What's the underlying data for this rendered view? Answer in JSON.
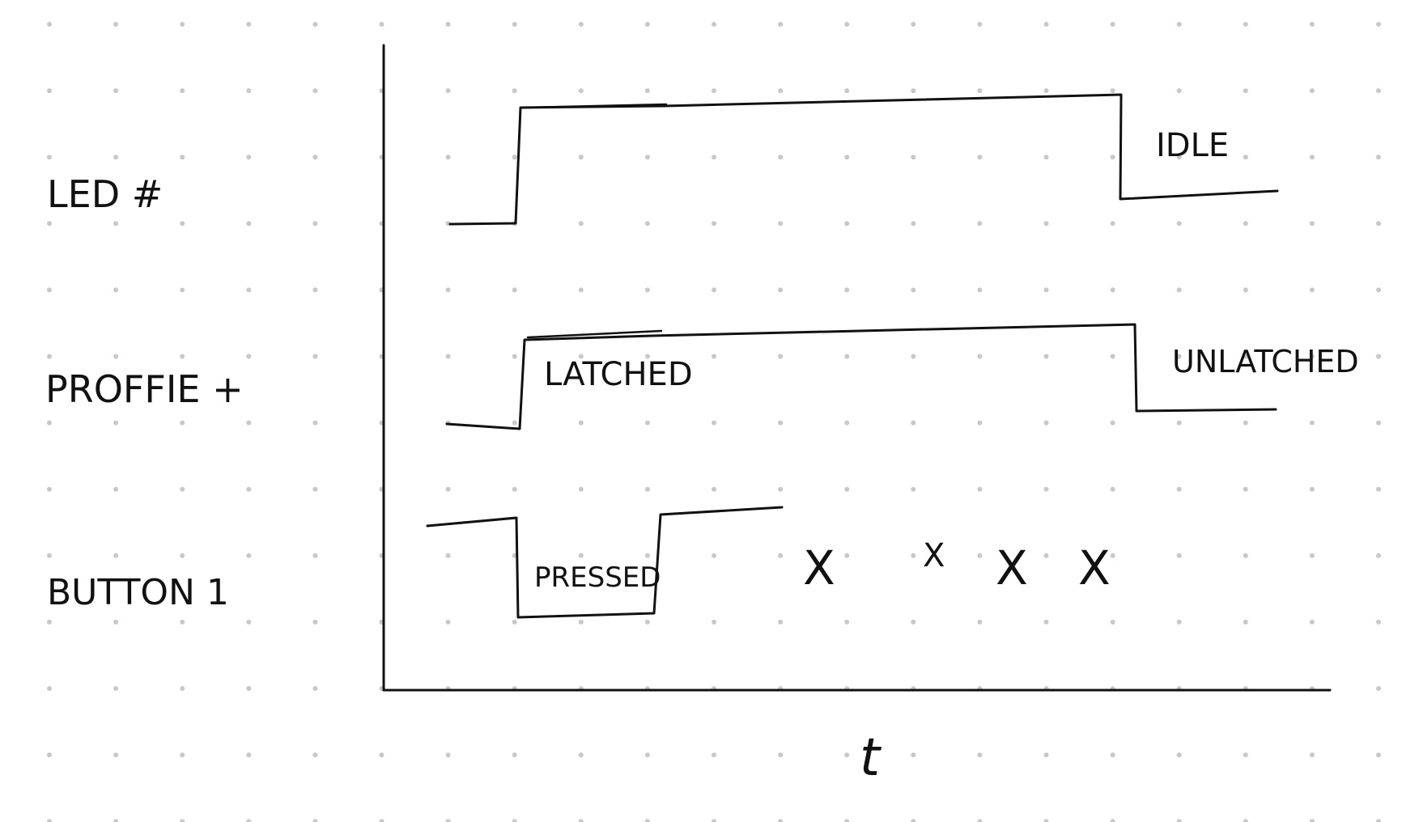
{
  "signals": [
    {
      "label": "LED #",
      "state_label": "IDLE"
    },
    {
      "label": "PROFFIE +",
      "state_label": "LATCHED",
      "state_label_2": "UNLATCHED"
    },
    {
      "label": "BUTTON 1",
      "state_label": "PRESSED",
      "ignored_press_mark": "X"
    }
  ],
  "axis": {
    "x_label": "t"
  },
  "colors": {
    "ink": "#111111",
    "dots": "#c8c8c8",
    "paper": "#ffffff"
  }
}
